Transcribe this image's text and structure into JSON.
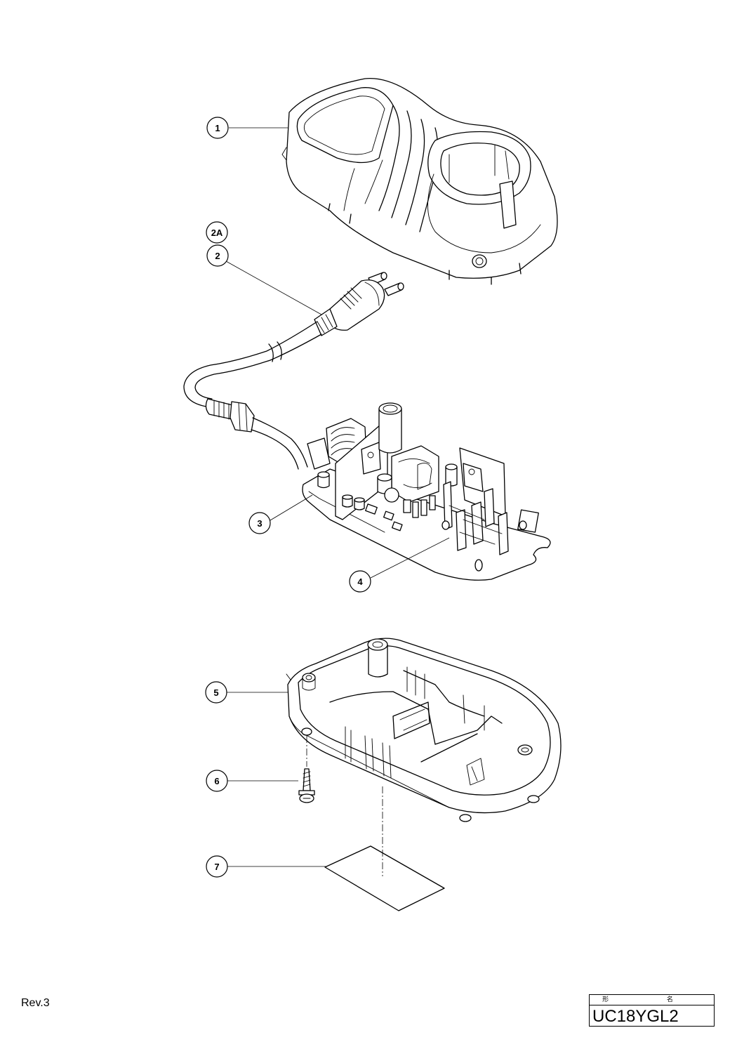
{
  "callouts": [
    {
      "label": "1"
    },
    {
      "label": "2A"
    },
    {
      "label": "2"
    },
    {
      "label": "3"
    },
    {
      "label": "4"
    },
    {
      "label": "5"
    },
    {
      "label": "6"
    },
    {
      "label": "7"
    }
  ],
  "footer": {
    "revision": "Rev.3",
    "model_caption": "形 名",
    "model_name": "UC18YGL2"
  }
}
